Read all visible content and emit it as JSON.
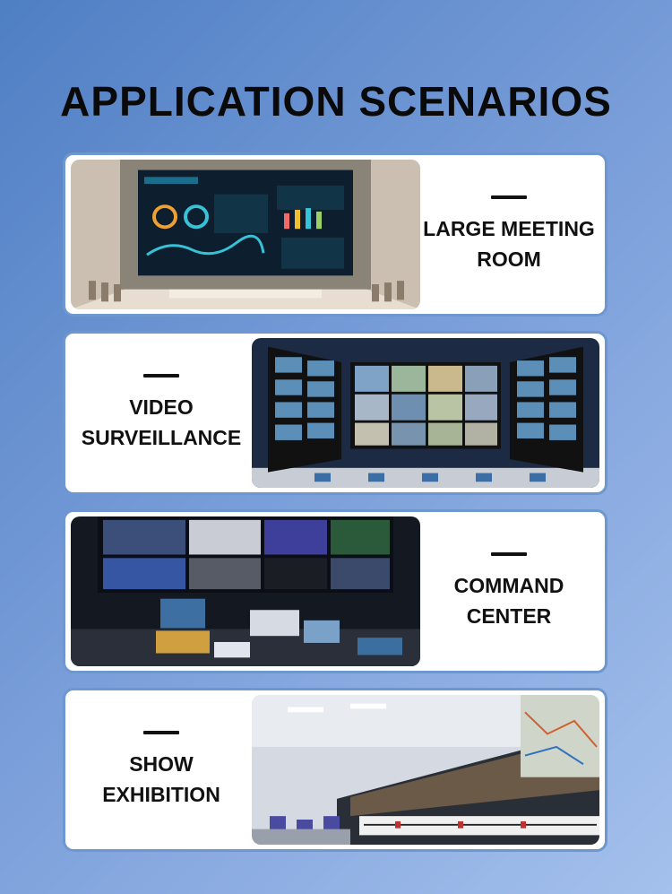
{
  "header": {
    "title": "APPLICATION SCENARIOS"
  },
  "scenarios": [
    {
      "line1": "LARGE MEETING",
      "line2": "ROOM",
      "image_icon": "meeting-room-photo"
    },
    {
      "line1": "VIDEO",
      "line2": "SURVEILLANCE",
      "image_icon": "surveillance-wall-photo"
    },
    {
      "line1": "COMMAND",
      "line2": "CENTER",
      "image_icon": "command-center-photo"
    },
    {
      "line1": "SHOW",
      "line2": "EXHIBITION",
      "image_icon": "exhibition-hall-photo"
    }
  ],
  "colors": {
    "card_border": "#6f97cf",
    "background": "#7fa2dc",
    "text": "#111111"
  }
}
